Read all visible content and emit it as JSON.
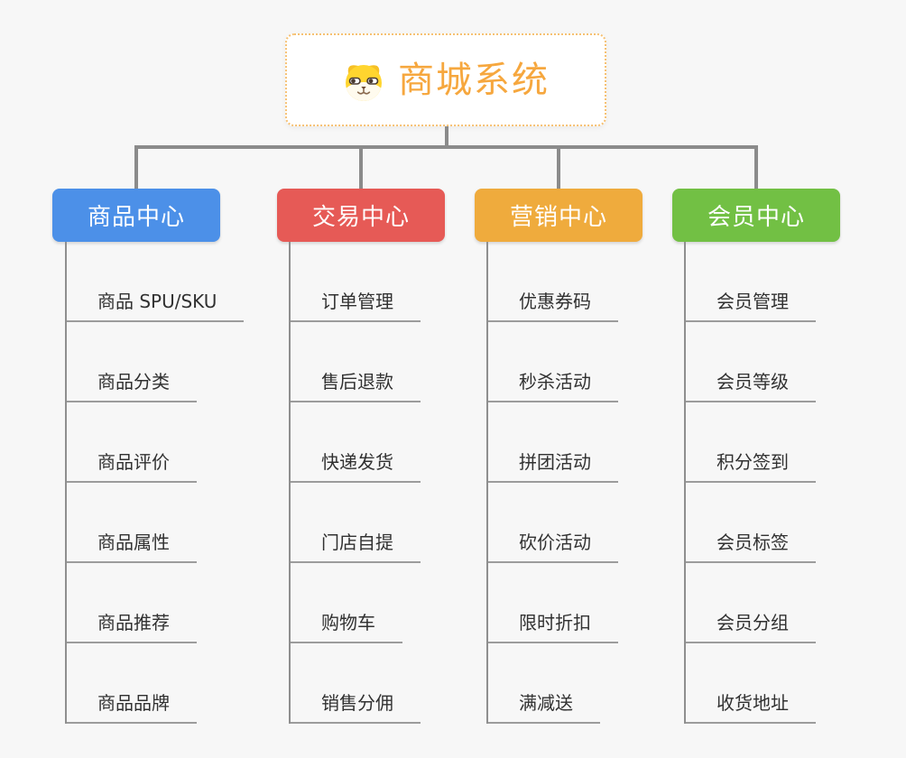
{
  "root": {
    "title": "商城系统",
    "icon": "dog-icon",
    "title_color": "#F6A73E",
    "border_color": "#F6C173",
    "background": "#FFFFFF"
  },
  "canvas": {
    "background": "#F7F7F7",
    "connector_color": "#8B8B8B",
    "leaf_underline_color": "#9C9C9C",
    "leaf_text_color": "#313131"
  },
  "branches": [
    {
      "label": "商品中心",
      "color": "#4C90E8",
      "children": [
        "商品 SPU/SKU",
        "商品分类",
        "商品评价",
        "商品属性",
        "商品推荐",
        "商品品牌"
      ]
    },
    {
      "label": "交易中心",
      "color": "#E65A56",
      "children": [
        "订单管理",
        "售后退款",
        "快递发货",
        "门店自提",
        "购物车",
        "销售分佣"
      ]
    },
    {
      "label": "营销中心",
      "color": "#EFAB3D",
      "children": [
        "优惠券码",
        "秒杀活动",
        "拼团活动",
        "砍价活动",
        "限时折扣",
        "满减送"
      ]
    },
    {
      "label": "会员中心",
      "color": "#72C044",
      "children": [
        "会员管理",
        "会员等级",
        "积分签到",
        "会员标签",
        "会员分组",
        "收货地址"
      ]
    }
  ]
}
